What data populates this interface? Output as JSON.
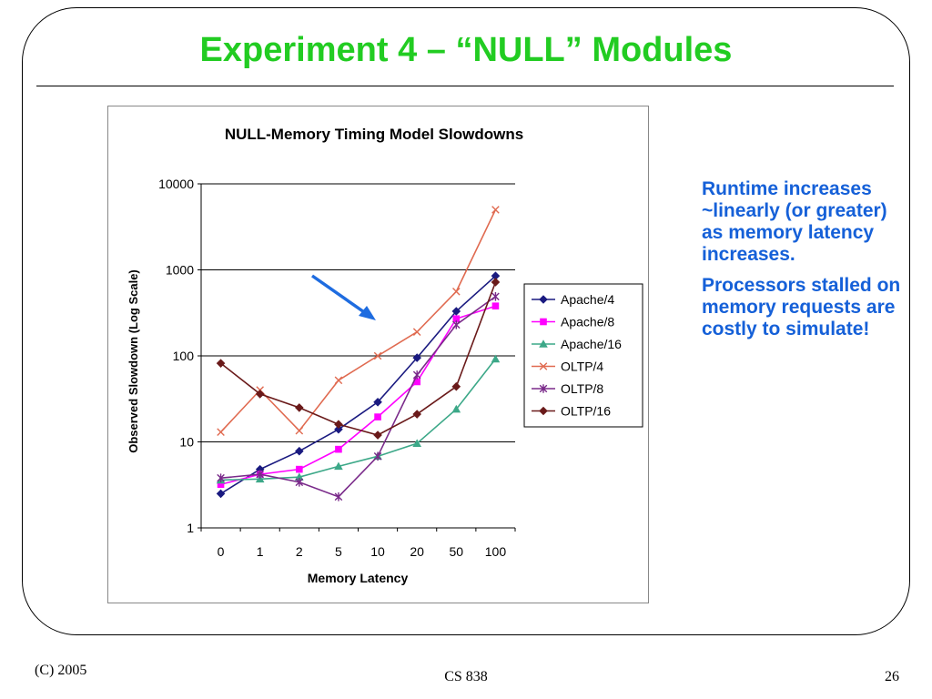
{
  "slide": {
    "title": "Experiment 4 – “NULL” Modules",
    "notes": [
      "Runtime increases ~linearly (or greater) as memory latency increases.",
      "Processors stalled on memory requests are costly to simulate!"
    ],
    "footer_left": "(C) 2005",
    "footer_center": "CS 838",
    "footer_right": "26"
  },
  "chart_data": {
    "type": "line",
    "title": "NULL-Memory Timing Model Slowdowns",
    "xlabel": "Memory Latency",
    "ylabel": "Observed Slowdown (Log Scale)",
    "categories": [
      "0",
      "1",
      "2",
      "5",
      "10",
      "20",
      "50",
      "100"
    ],
    "y_scale": "log",
    "ylim": [
      1,
      10000
    ],
    "y_ticks": [
      "1",
      "10",
      "100",
      "1000",
      "10000"
    ],
    "grid": "horizontal major lines",
    "legend_position": "right",
    "series": [
      {
        "name": "Apache/4",
        "color": "#1a1a80",
        "marker": "diamond",
        "values": [
          2.5,
          4.8,
          7.8,
          14,
          29,
          95,
          330,
          850
        ]
      },
      {
        "name": "Apache/8",
        "color": "#ff00ff",
        "marker": "square",
        "values": [
          3.2,
          4.2,
          4.8,
          8.2,
          19.5,
          50,
          270,
          380
        ]
      },
      {
        "name": "Apache/16",
        "color": "#3ca888",
        "marker": "triangle",
        "values": [
          3.6,
          3.7,
          3.9,
          5.2,
          6.8,
          9.6,
          24,
          92
        ]
      },
      {
        "name": "OLTP/4",
        "color": "#e06a50",
        "marker": "x",
        "values": [
          13,
          40,
          13.5,
          52,
          100,
          190,
          560,
          5000
        ]
      },
      {
        "name": "OLTP/8",
        "color": "#7a2a8a",
        "marker": "star",
        "values": [
          3.8,
          4.2,
          3.4,
          2.3,
          6.8,
          60,
          230,
          490
        ]
      },
      {
        "name": "OLTP/16",
        "color": "#6a1a1a",
        "marker": "diamond",
        "values": [
          82,
          36,
          25,
          16,
          12,
          21,
          44,
          720
        ]
      }
    ]
  }
}
